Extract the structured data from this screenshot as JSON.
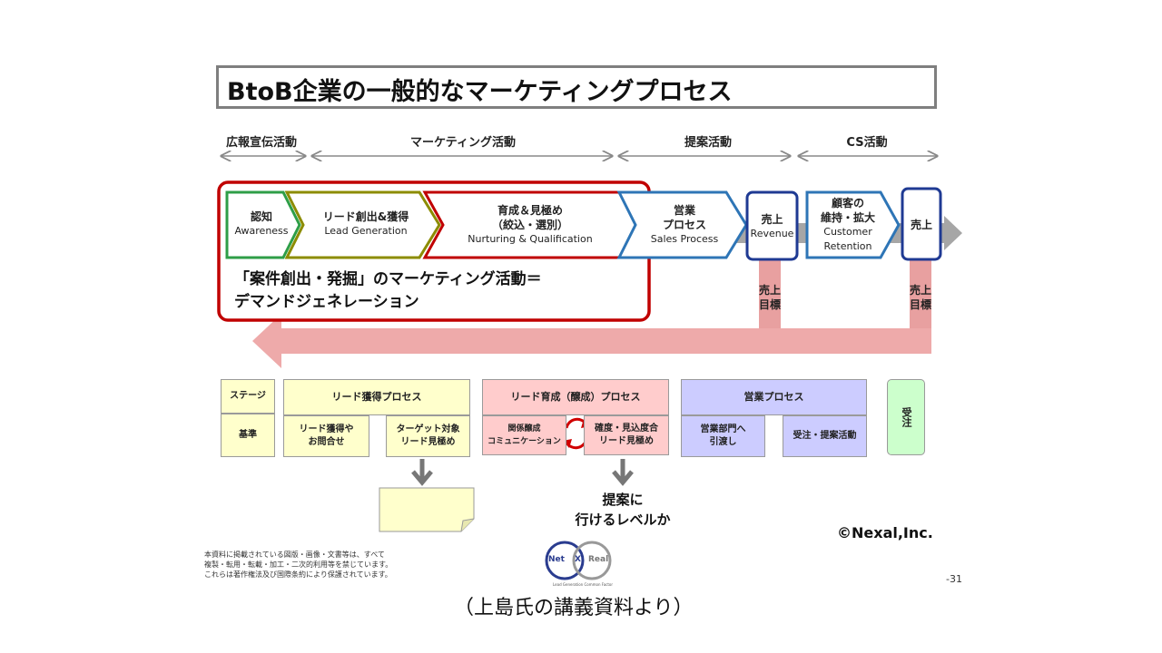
{
  "title": "BtoB企業の一般的なマーケティングプロセス",
  "phases": {
    "pr": "広報宣伝活動",
    "marketing": "マーケティング活動",
    "proposal": "提案活動",
    "cs": "CS活動"
  },
  "flow": {
    "awareness": {
      "jp": "認知",
      "en": "Awareness"
    },
    "leadgen": {
      "jp": "リード創出&獲得",
      "en": "Lead Generation"
    },
    "nurturing": {
      "jp": "育成＆見極め",
      "jp2": "（絞込・選別）",
      "en": "Nurturing &  Qualification"
    },
    "sales": {
      "jp": "営業",
      "jp2": "プロセス",
      "en": "Sales Process"
    },
    "revenue1": {
      "jp": "売上",
      "en": "Revenue"
    },
    "retention": {
      "jp": "顧客の",
      "jp2": "維持・拡大",
      "en": "Customer",
      "en2": "Retention"
    },
    "revenue2": {
      "jp": "売上"
    }
  },
  "demand_gen": {
    "line1": "「案件創出・発掘」のマーケティング活動＝",
    "line2": "デマンドジェネレーション"
  },
  "targets": {
    "t1": "売上",
    "t1b": "目標",
    "t2": "売上",
    "t2b": "目標"
  },
  "stage_table": {
    "stage": "ステージ",
    "criteria": "基準",
    "lead_acq": "リード獲得プロセス",
    "lead_acq_a": "リード獲得や\nお問合せ",
    "lead_acq_b": "ターゲット対象\nリード見極め",
    "nurture": "リード育成（醸成）プロセス",
    "nurture_a": "関係醸成\nコミュニケーション",
    "nurture_b": "確度・見込度合\nリード見極め",
    "sales": "営業プロセス",
    "sales_a": "営業部門へ\n引渡し",
    "sales_b": "受注・提案活動",
    "order": "受注"
  },
  "proposal_q": {
    "line1": "提案に",
    "line2": "行けるレベルか"
  },
  "copyright": "©Nexal,Inc.",
  "disclaimer": "本資料に掲載されている図版・画像・文書等は、すべて\n複製・転用・転載・加工・二次的利用等を禁じています。\nこれらは著作権法及び国際条約により保護されています。",
  "logo": {
    "net": "Net",
    "x": "X",
    "real": "Real",
    "tag": "Lead Generation Common Factor"
  },
  "page_number": "-31",
  "caption": "（上島氏の講義資料より）",
  "colors": {
    "accent_red": "#c00000",
    "pink_arrow": "#e8a0a0",
    "blue": "#2e75b6",
    "green": "#2e9e47",
    "olive": "#8c8c00"
  }
}
